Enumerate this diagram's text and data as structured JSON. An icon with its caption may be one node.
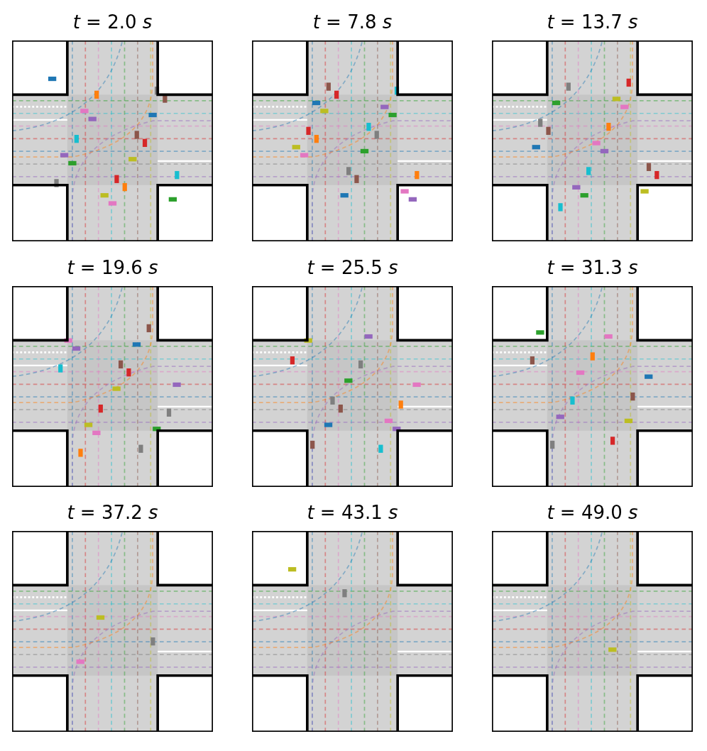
{
  "diagram": {
    "labels": [
      "*t* = 2.0 *s*",
      "*t* = 7.8 *s*",
      "*t* = 13.7 *s*",
      "*t* = 19.6 *s*",
      "*t* = 25.5 *s*",
      "*t* = 31.3 *s*",
      "*t* = 37.2 *s*",
      "*t* = 43.1 *s*",
      "*t* = 49.0 *s*"
    ]
  }
}
